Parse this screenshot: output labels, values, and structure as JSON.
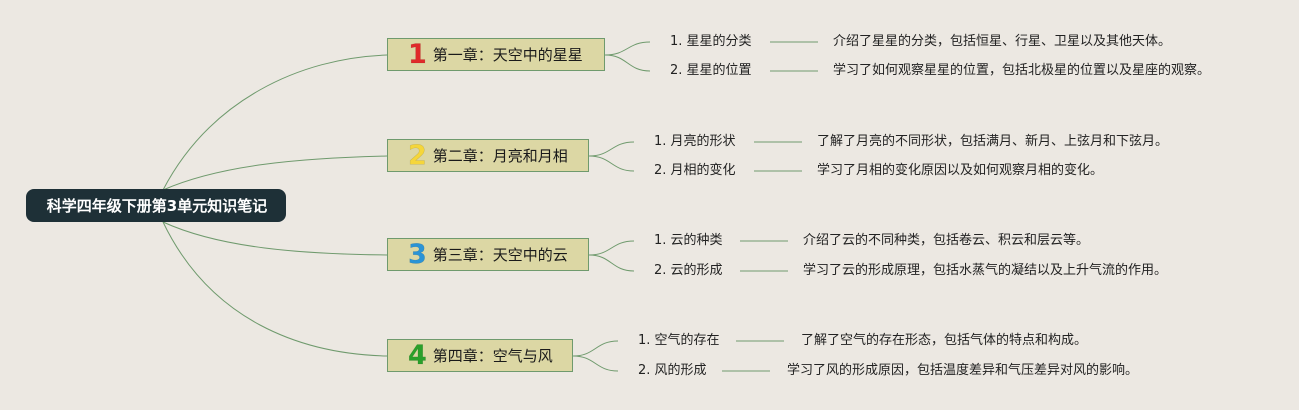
{
  "root": {
    "label": "科学四年级下册第3单元知识笔记"
  },
  "chapters": [
    {
      "number": "1",
      "title": "第一章：天空中的星星",
      "number_color": "#e02a2a",
      "topics": [
        {
          "label": "1. 星星的分类",
          "description": "介绍了星星的分类，包括恒星、行星、卫星以及其他天体。"
        },
        {
          "label": "2. 星星的位置",
          "description": "学习了如何观察星星的位置，包括北极星的位置以及星座的观察。"
        }
      ]
    },
    {
      "number": "2",
      "title": "第二章：月亮和月相",
      "number_color": "#f5d63a",
      "topics": [
        {
          "label": "1. 月亮的形状",
          "description": "了解了月亮的不同形状，包括满月、新月、上弦月和下弦月。"
        },
        {
          "label": "2. 月相的变化",
          "description": "学习了月相的变化原因以及如何观察月相的变化。"
        }
      ]
    },
    {
      "number": "3",
      "title": "第三章：天空中的云",
      "number_color": "#2b94d6",
      "topics": [
        {
          "label": "1. 云的种类",
          "description": "介绍了云的不同种类，包括卷云、积云和层云等。"
        },
        {
          "label": "2. 云的形成",
          "description": "学习了云的形成原理，包括水蒸气的凝结以及上升气流的作用。"
        }
      ]
    },
    {
      "number": "4",
      "title": "第四章：空气与风",
      "number_color": "#2aa02a",
      "topics": [
        {
          "label": "1. 空气的存在",
          "description": "了解了空气的存在形态，包括气体的特点和构成。"
        },
        {
          "label": "2. 风的形成",
          "description": "学习了风的形成原因，包括温度差异和气压差异对风的影响。"
        }
      ]
    }
  ],
  "colors": {
    "background": "#ece8e2",
    "root_fill": "#1e3037",
    "chapter_fill": "#dcd7a4",
    "line": "#6f9a6d"
  }
}
